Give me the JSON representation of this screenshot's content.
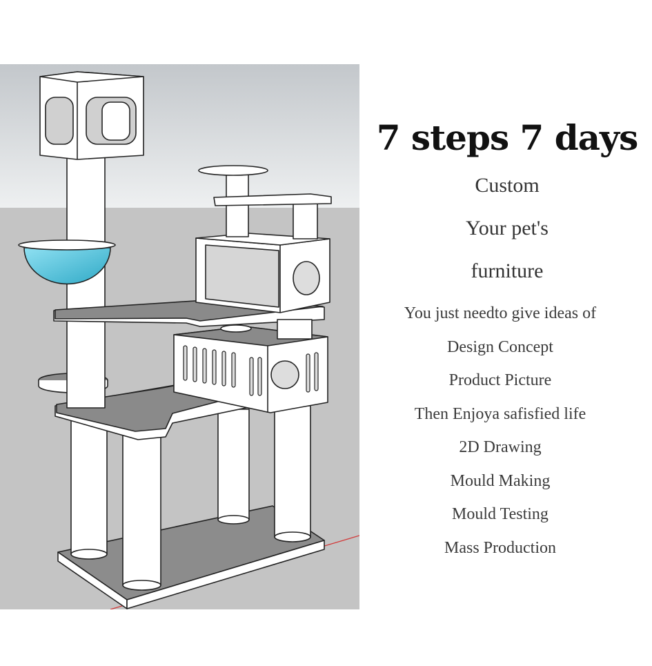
{
  "headline": "7 steps  7 days",
  "sublines": [
    "Custom",
    "Your pet's",
    "furniture"
  ],
  "steps": [
    "You just needto give ideas of",
    "Design Concept",
    "Product Picture",
    "Then Enjoya safisfied life",
    "2D Drawing",
    "Mould Making",
    "Mould Testing",
    "Mass Production"
  ],
  "colors": {
    "sky_top": "#c4c8cc",
    "sky_bottom": "#eceeef",
    "ground": "#c3c3c3",
    "wood_white": "#ffffff",
    "platform_grey": "#8a8a8a",
    "bowl_blue": "#4fc3dc",
    "axis_red": "#d23a3a",
    "outline": "#222222"
  },
  "illustration": {
    "subject": "cat-tree-3d-model",
    "icons": [
      "cat-tree-icon",
      "hammock-bowl-icon"
    ]
  }
}
